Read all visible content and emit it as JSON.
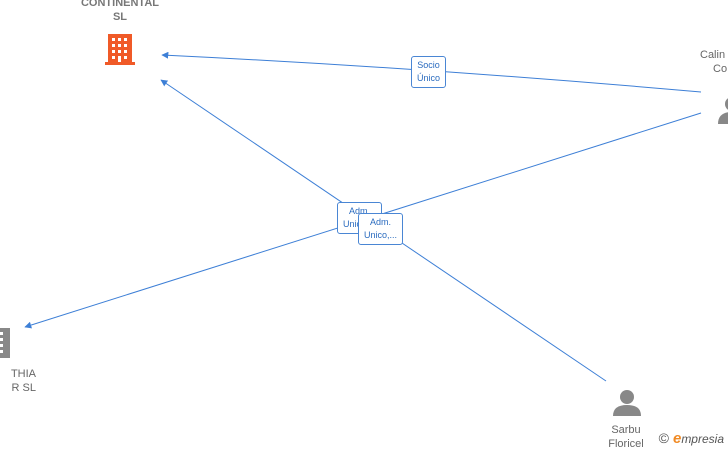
{
  "colors": {
    "edge": "#3d7fd6",
    "company_main": "#f05a28",
    "company_other": "#888888",
    "person": "#888888",
    "brand_accent": "#f08a24"
  },
  "nodes": {
    "company_main": {
      "line1": "CONTINENTAL",
      "line2": "SL",
      "icon": "building-icon"
    },
    "company_other": {
      "line1": "THIA",
      "line2": "R  SL",
      "icon": "building-icon"
    },
    "person_calin": {
      "line1": "Calin",
      "line2": "Co",
      "icon": "person-icon"
    },
    "person_sarbu": {
      "line1": "Sarbu",
      "line2": "Floricel",
      "icon": "person-icon"
    }
  },
  "edges": {
    "socio": {
      "line1": "Socio",
      "line2": "Único"
    },
    "adm_back": {
      "line1": "Adm.",
      "line2": "Unico,..."
    },
    "adm_front": {
      "line1": "Adm.",
      "line2": "Unico,..."
    }
  },
  "brand": {
    "copyright": "©",
    "initial": "e",
    "rest": "mpresia"
  }
}
